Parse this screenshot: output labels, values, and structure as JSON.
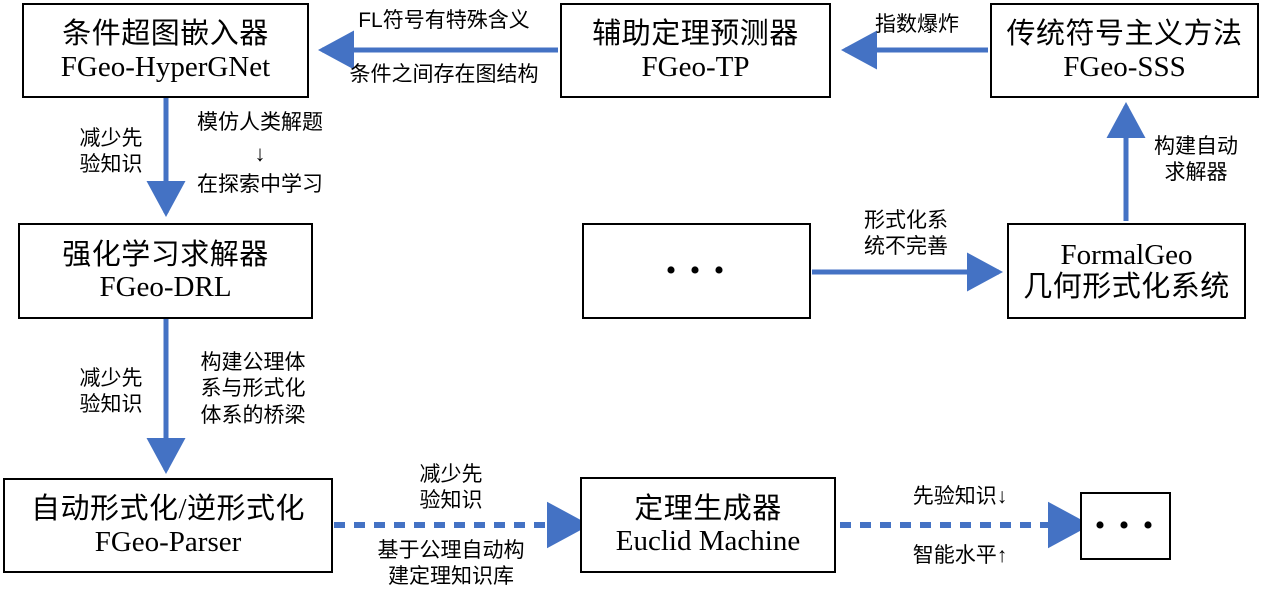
{
  "diagram": {
    "title": "FormalGeo 生态流程图",
    "accent_color": "#4472C4",
    "line_color": "#000000",
    "background": "#FFFFFF"
  },
  "nodes": [
    {
      "id": "hypergnet",
      "cn": "条件超图嵌入器",
      "en": "FGeo-HyperGNet"
    },
    {
      "id": "tp",
      "cn": "辅助定理预测器",
      "en": "FGeo-TP"
    },
    {
      "id": "sss",
      "cn": "传统符号主义方法",
      "en": "FGeo-SSS"
    },
    {
      "id": "drl",
      "cn": "强化学习求解器",
      "en": "FGeo-DRL"
    },
    {
      "id": "ellipsis_mid",
      "cn": "",
      "en": "",
      "dots": "• • •"
    },
    {
      "id": "formalgeo",
      "cn": "几何形式化系统",
      "en": "FormalGeo"
    },
    {
      "id": "parser",
      "cn": "自动形式化/逆形式化",
      "en": "FGeo-Parser"
    },
    {
      "id": "euclid",
      "cn": "定理生成器",
      "en": "Euclid Machine"
    },
    {
      "id": "ellipsis_end",
      "cn": "",
      "en": "",
      "dots": "• • •"
    }
  ],
  "edges": [
    {
      "id": "sss-to-tp",
      "from": "sss",
      "to": "tp",
      "style": "solid",
      "label_above": "指数爆炸",
      "label_below": ""
    },
    {
      "id": "tp-to-hypergnet",
      "from": "tp",
      "to": "hypergnet",
      "style": "solid",
      "label_above": "FL符号有特殊含义",
      "label_below": "条件之间存在图结构"
    },
    {
      "id": "hypergnet-to-drl",
      "from": "hypergnet",
      "to": "drl",
      "style": "solid",
      "label_left": "减少先\n验知识",
      "label_right_top": "模仿人类解题",
      "label_right_mid": "↓",
      "label_right_bottom": "在探索中学习"
    },
    {
      "id": "drl-to-parser",
      "from": "drl",
      "to": "parser",
      "style": "solid",
      "label_left": "减少先\n验知识",
      "label_right": "构建公理体\n系与形式化\n体系的桥梁"
    },
    {
      "id": "formalgeo-to-sss",
      "from": "formalgeo",
      "to": "sss",
      "style": "solid",
      "label_right": "构建自动\n求解器"
    },
    {
      "id": "ellipsis-to-formalgeo",
      "from": "ellipsis_mid",
      "to": "formalgeo",
      "style": "solid",
      "label_above": "形式化系\n统不完善"
    },
    {
      "id": "parser-to-euclid",
      "from": "parser",
      "to": "euclid",
      "style": "dashed",
      "label_above": "减少先\n验知识",
      "label_below": "基于公理自动构\n建定理知识库"
    },
    {
      "id": "euclid-to-ellipsis",
      "from": "euclid",
      "to": "ellipsis_end",
      "style": "dashed",
      "label_above": "先验知识↓",
      "label_below": "智能水平↑"
    }
  ]
}
